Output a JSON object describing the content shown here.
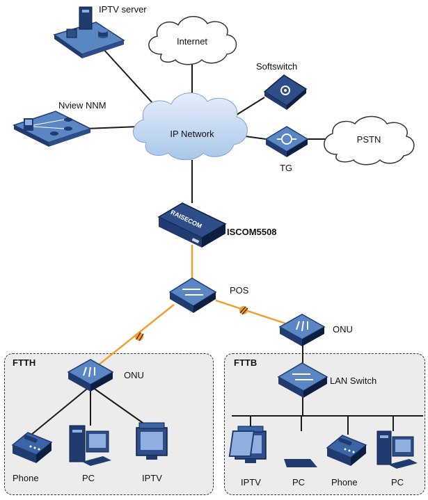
{
  "labels": {
    "iptv_server": "IPTV server",
    "internet": "Internet",
    "softswitch": "Softswitch",
    "nview": "Nview NNM",
    "ip_network": "IP Network",
    "pstn": "PSTN",
    "tg": "TG",
    "olt": "ISCOM5508",
    "olt_brand": "RAISECOM",
    "pos": "POS",
    "onu_fttb": "ONU",
    "onu_ftth": "ONU",
    "lan_switch": "LAN Switch"
  },
  "ftth": {
    "title": "FTTH",
    "devices": [
      "Phone",
      "PC",
      "IPTV"
    ]
  },
  "fttb": {
    "title": "FTTB",
    "devices": [
      "IPTV",
      "PC",
      "Phone",
      "PC"
    ]
  },
  "colors": {
    "fiber": "#f0a030",
    "line": "#1a1a1a",
    "device_dark": "#1f3b70",
    "device_mid": "#3a66a8",
    "cloud_fill": "#c9dcf3",
    "box_fill": "#ececec"
  },
  "icons": [
    "server-icon",
    "management-icon",
    "softswitch-icon",
    "gateway-icon",
    "olt-icon",
    "splitter-icon",
    "onu-icon",
    "switch-icon",
    "phone-icon",
    "pc-icon",
    "tv-icon",
    "laptop-icon"
  ]
}
